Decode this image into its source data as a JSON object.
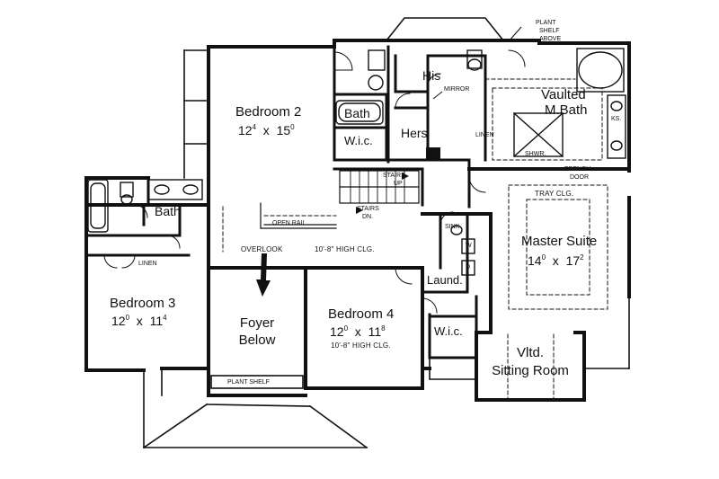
{
  "rooms": {
    "bedroom2": {
      "name": "Bedroom 2",
      "w": "12",
      "w_in": "4",
      "d": "15",
      "d_in": "0"
    },
    "bedroom3": {
      "name": "Bedroom 3",
      "w": "12",
      "w_in": "0",
      "d": "11",
      "d_in": "4"
    },
    "bedroom4": {
      "name": "Bedroom 4",
      "w": "12",
      "w_in": "0",
      "d": "11",
      "d_in": "8",
      "note": "10'-8\" HIGH CLG."
    },
    "master": {
      "name": "Master Suite",
      "w": "14",
      "w_in": "0",
      "d": "17",
      "d_in": "2",
      "ceiling": "TRAY CLG."
    },
    "foyer": {
      "line1": "Foyer",
      "line2": "Below"
    },
    "sitting": {
      "line1": "Vltd.",
      "line2": "Sitting Room"
    },
    "mbath": {
      "line1": "Vaulted",
      "line2": "M.Bath"
    }
  },
  "labels": {
    "bath_upper": "Bath",
    "bath_left": "Bath",
    "wic_upper": "W.i.c.",
    "wic_lower": "W.i.c.",
    "his": "His",
    "hers": "Hers",
    "laund": "Laund.",
    "mirror": "MIRROR",
    "linen_upper": "LINEN",
    "linen_left": "LINEN",
    "plant_shelf_above_1": "PLANT",
    "plant_shelf_above_2": "SHELF",
    "plant_shelf_above_3": "ABOVE",
    "ks": "KS.",
    "shwr": "SHWR.",
    "french_door_1": "FRENCH",
    "french_door_2": "DOOR",
    "stairs_up_1": "STAIRS",
    "stairs_up_2": "UP",
    "stairs_dn_1": "STAIRS",
    "stairs_dn_2": "DN.",
    "open_rail": "OPEN RAIL",
    "overlook": "OVERLOOK",
    "hall_clg": "10'-8\" HIGH CLG.",
    "plant_shelf": "PLANT SHELF",
    "sink": "SINK",
    "w": "W",
    "d": "D"
  }
}
